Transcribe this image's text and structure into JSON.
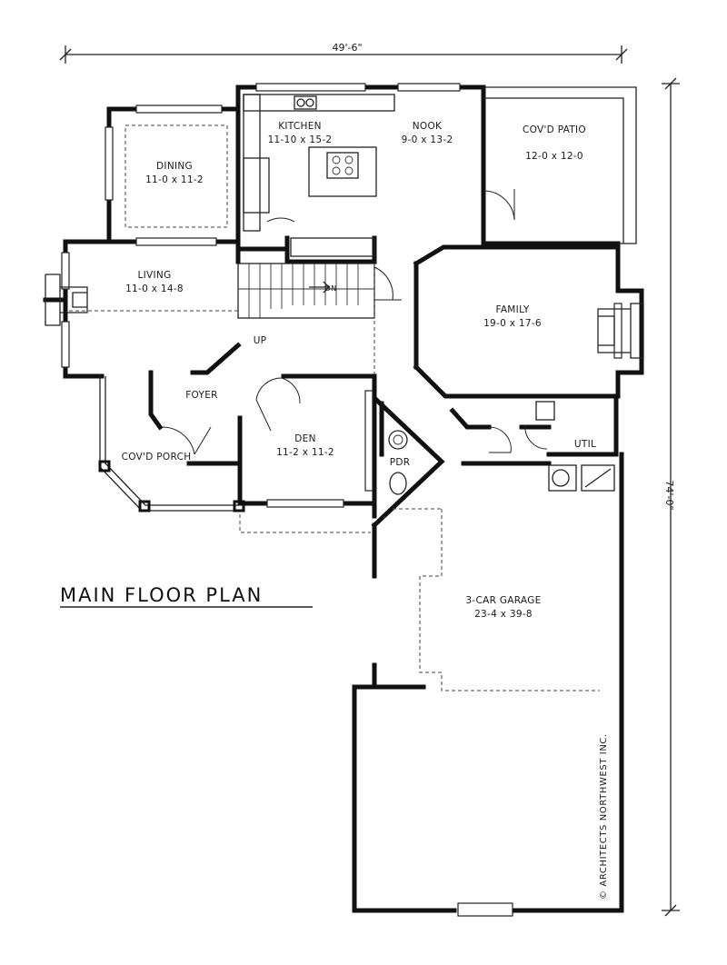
{
  "drawing": {
    "title": "MAIN FLOOR PLAN",
    "width_dimension": "49'-6\"",
    "depth_dimension": "74'-0\"",
    "credit": "© ARCHITECTS NORTHWEST INC."
  },
  "rooms": [
    {
      "id": "kitchen",
      "name": "KITCHEN",
      "size": "11-10 x 15-2"
    },
    {
      "id": "nook",
      "name": "NOOK",
      "size": "9-0 x 13-2"
    },
    {
      "id": "covd-patio",
      "name": "COV'D PATIO",
      "size": "12-0 x 12-0"
    },
    {
      "id": "dining",
      "name": "DINING",
      "size": "11-0 x 11-2"
    },
    {
      "id": "living",
      "name": "LIVING",
      "size": "11-0 x 14-8"
    },
    {
      "id": "family",
      "name": "FAMILY",
      "size": "19-0 x 17-6"
    },
    {
      "id": "foyer",
      "name": "FOYER",
      "size": ""
    },
    {
      "id": "den",
      "name": "DEN",
      "size": "11-2 x 11-2"
    },
    {
      "id": "covd-porch",
      "name": "COV'D PORCH",
      "size": ""
    },
    {
      "id": "pdr",
      "name": "PDR",
      "size": ""
    },
    {
      "id": "util",
      "name": "UTIL",
      "size": ""
    },
    {
      "id": "garage",
      "name": "3-CAR GARAGE",
      "size": "23-4 x 39-8"
    }
  ],
  "annotations": {
    "up": "UP",
    "dn": "DN"
  }
}
